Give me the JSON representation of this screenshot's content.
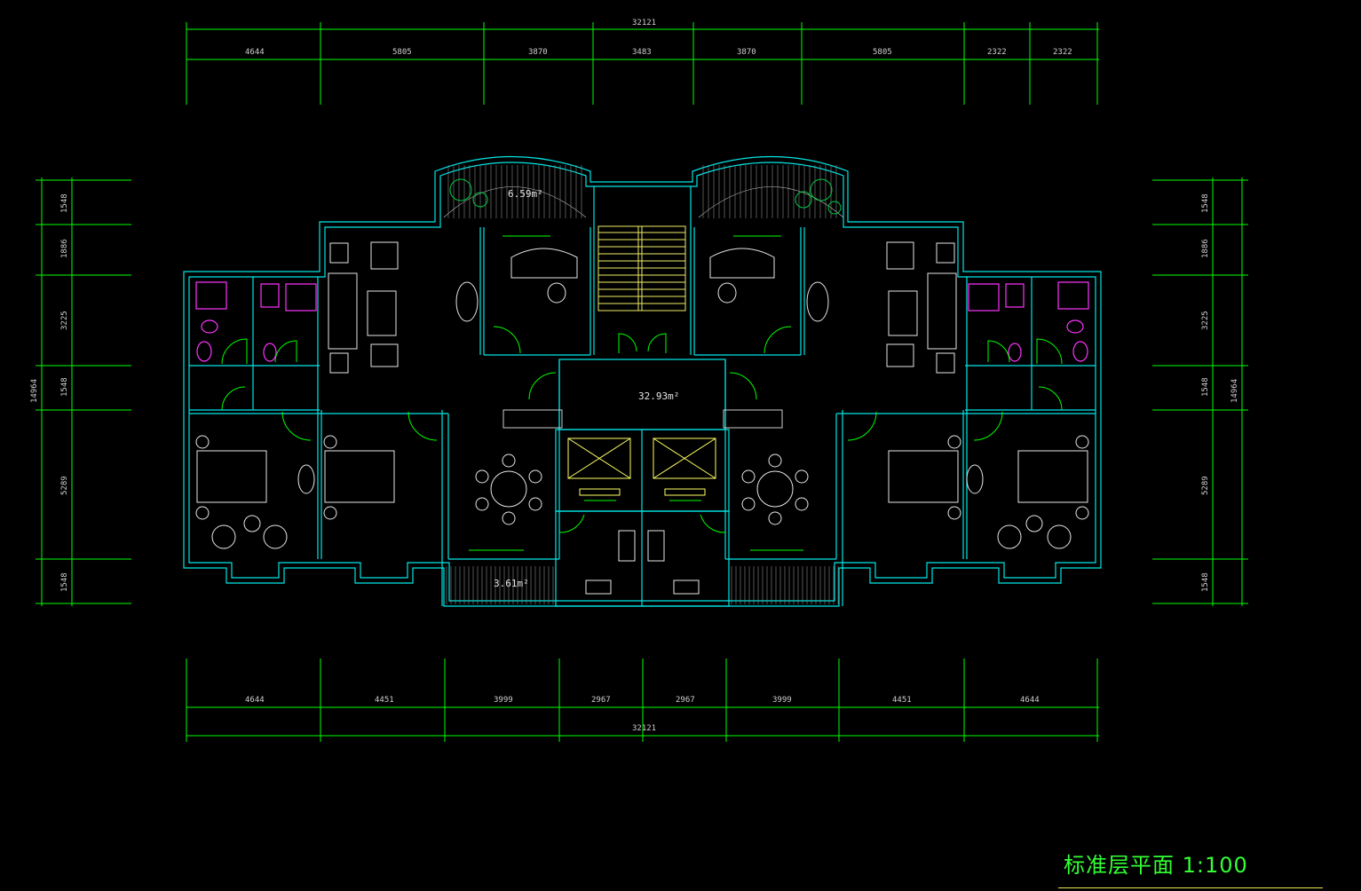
{
  "title": "标准层平面 1:100",
  "colors": {
    "background": "#000000",
    "dimension": "#00ff00",
    "wall": "#00ffff",
    "furniture": "#ffffff",
    "sanitary": "#ff33ff",
    "stair": "#ffff66",
    "door": "#00ff00"
  },
  "dims": {
    "top_total": "32121",
    "top_segments": [
      "4644",
      "5805",
      "3870",
      "3483",
      "3870",
      "5805",
      "2322",
      "2322"
    ],
    "bottom_segments": [
      "4644",
      "4451",
      "3999",
      "2967",
      "2967",
      "3999",
      "4451",
      "4644"
    ],
    "bottom_total": "32121",
    "left_segments": [
      "1548",
      "1886",
      "3225",
      "1548",
      "5289",
      "1548"
    ],
    "left_total": "14964",
    "right_segments": [
      "1548",
      "1886",
      "3225",
      "1548",
      "5289",
      "1548"
    ],
    "right_total": "14964"
  },
  "areas": {
    "north_balcony": "6.59m²",
    "lobby": "32.93m²",
    "south_balcony": "3.61m²"
  }
}
